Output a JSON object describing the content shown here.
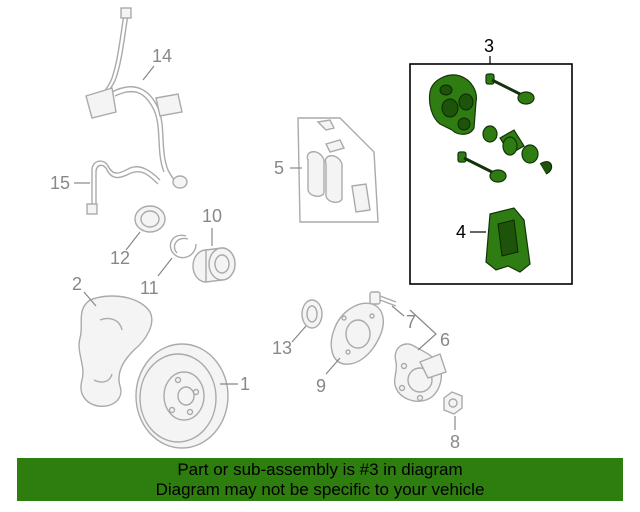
{
  "callouts": {
    "c1": "1",
    "c2": "2",
    "c3": "3",
    "c4": "4",
    "c5": "5",
    "c6": "6",
    "c7": "7",
    "c8": "8",
    "c9": "9",
    "c10": "10",
    "c11": "11",
    "c12": "12",
    "c13": "13",
    "c14": "14",
    "c15": "15"
  },
  "banner": {
    "line1": "Part or sub-assembly is #3 in diagram",
    "line2": "Diagram may not be specific to your vehicle"
  },
  "colors": {
    "highlight_part": "#2f7d12",
    "banner": "#2e7d0f",
    "outline": "#aaaaaa"
  }
}
